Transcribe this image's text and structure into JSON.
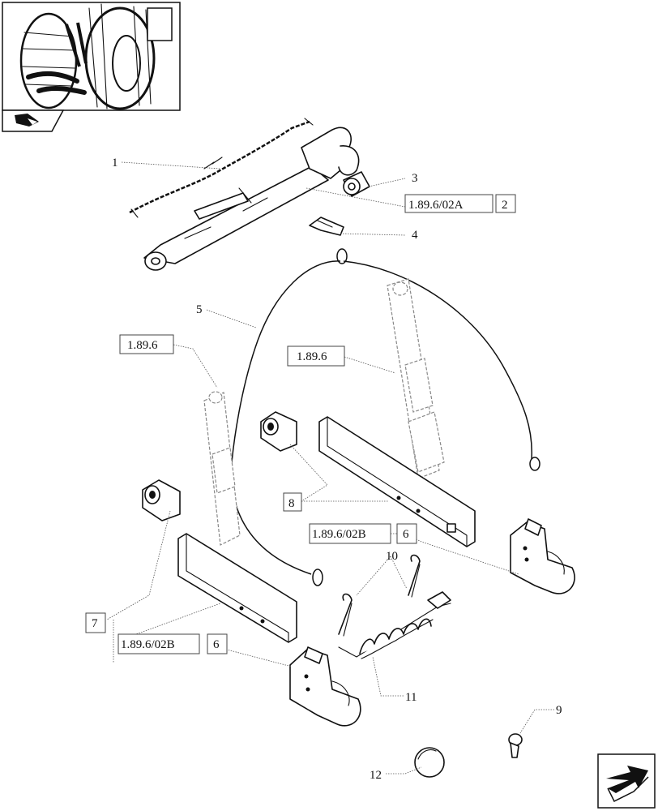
{
  "callouts": {
    "c1": "1",
    "c2": "2",
    "c3": "3",
    "c4": "4",
    "c5": "5",
    "c6a": "6",
    "c6b": "6",
    "c7": "7",
    "c8": "8",
    "c9": "9",
    "c10": "10",
    "c11": "11",
    "c12": "12"
  },
  "references": {
    "ref_top": "1.89.6/02A",
    "ref_left_rod": "1.89.6",
    "ref_right_rod": "1.89.6",
    "ref_right_bar": "1.89.6/02B",
    "ref_left_bar": "1.89.6/02B"
  },
  "icons": {
    "thumbnail": "tractor-thumbnail-icon",
    "book": "book-icon",
    "next": "next-page-arrow-icon"
  }
}
